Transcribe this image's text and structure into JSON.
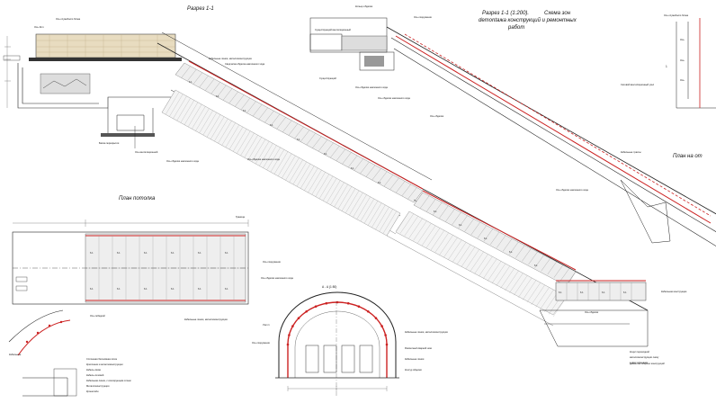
{
  "titles": {
    "section_1_1": "Разрез 1-1",
    "section_scheme_line1": "Разрез 1-1 (1:200).",
    "section_scheme_line1b": "Схема зон",
    "section_scheme_line2": "demontaжa конструкций и ремонтных",
    "section_scheme_line3": "работ",
    "ceiling_plan": "План потолка",
    "section_a_a": "А - А (1:50)",
    "plan_right": "План на от"
  },
  "panel_label": "6.1",
  "colors": {
    "red_accent": "#cc2222",
    "line": "#222222",
    "brick": "#e8dcc0",
    "panel_fill": "#eeeeee",
    "dark_fill": "#333333"
  }
}
